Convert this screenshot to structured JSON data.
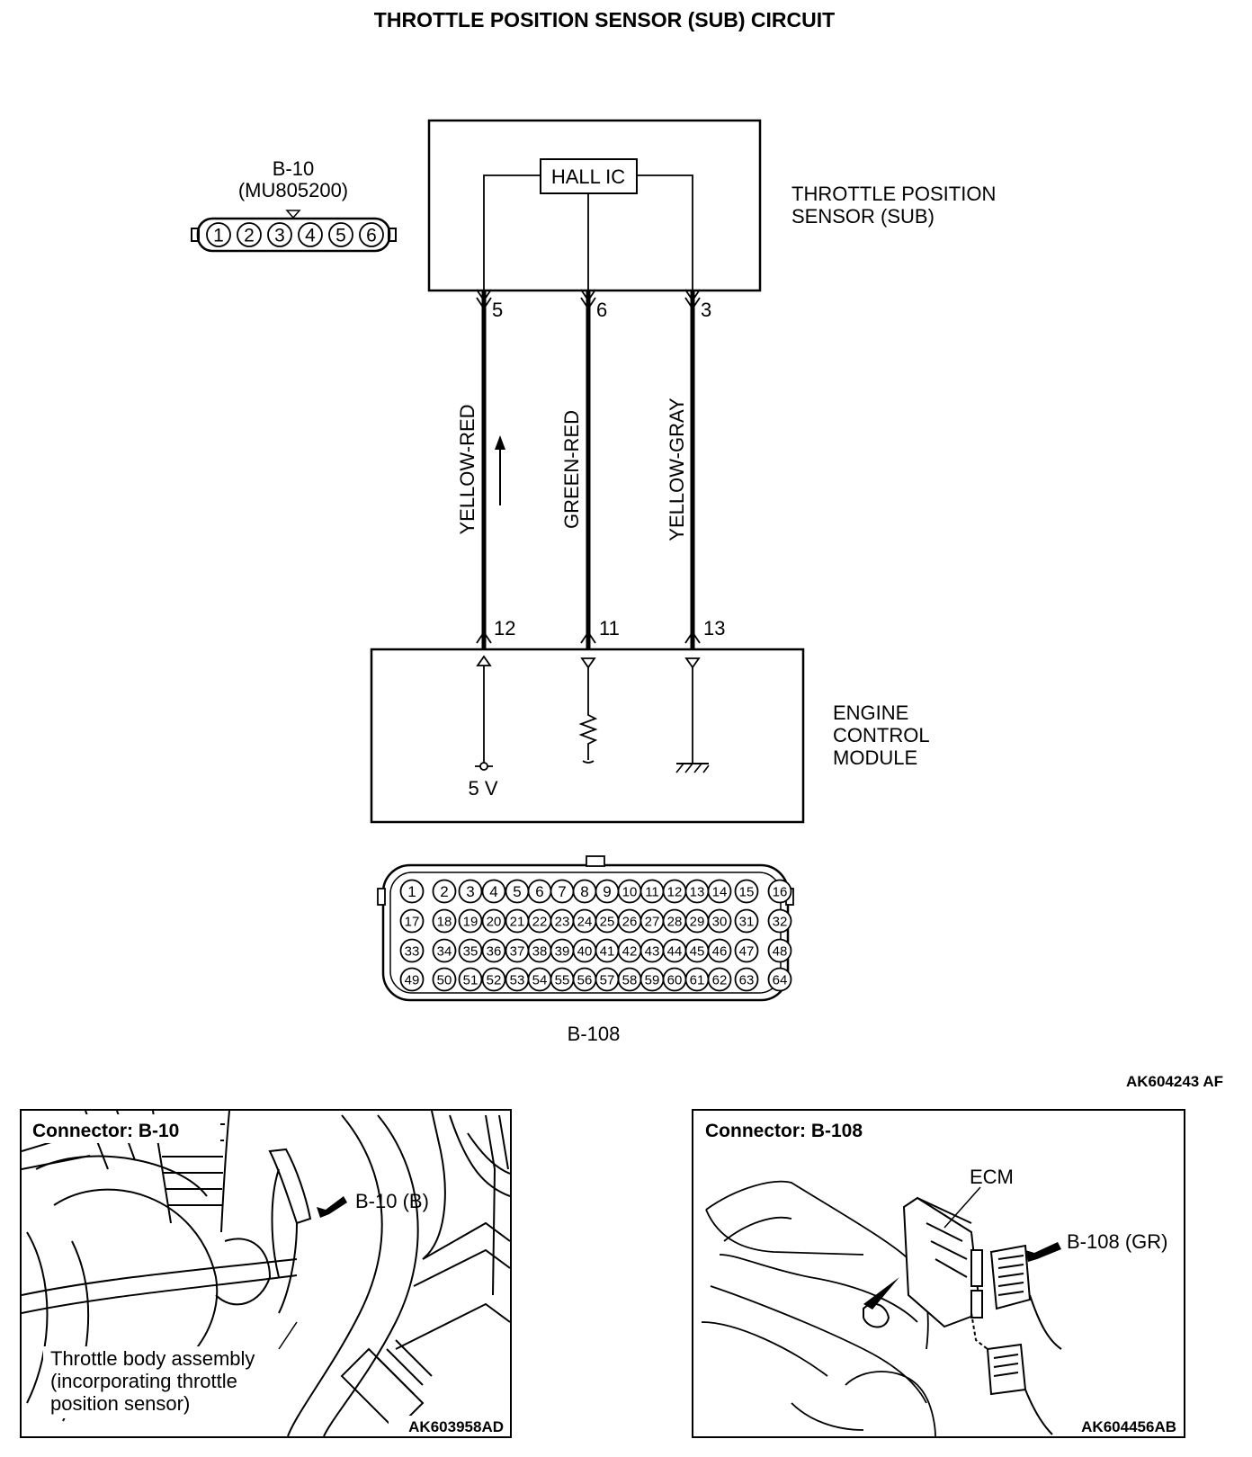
{
  "title": "THROTTLE POSITION SENSOR (SUB) CIRCUIT",
  "connector_b10": {
    "id": "B-10",
    "part_number": "(MU805200)",
    "pins": [
      "1",
      "2",
      "3",
      "4",
      "5",
      "6"
    ]
  },
  "sensor": {
    "label_line1": "THROTTLE POSITION",
    "label_line2": "SENSOR (SUB)",
    "hall_ic": "HALL IC"
  },
  "wires": [
    {
      "color_name": "YELLOW-RED",
      "sensor_pin": "5",
      "ecm_pin": "12"
    },
    {
      "color_name": "GREEN-RED",
      "sensor_pin": "6",
      "ecm_pin": "11"
    },
    {
      "color_name": "YELLOW-GRAY",
      "sensor_pin": "3",
      "ecm_pin": "13"
    }
  ],
  "ecm": {
    "label_line1": "ENGINE",
    "label_line2": "CONTROL",
    "label_line3": "MODULE",
    "supply": "5 V"
  },
  "connector_b108": {
    "id": "B-108",
    "rows": [
      [
        "1",
        "2",
        "3",
        "4",
        "5",
        "6",
        "7",
        "8",
        "9",
        "10",
        "11",
        "12",
        "13",
        "14",
        "15",
        "16"
      ],
      [
        "17",
        "18",
        "19",
        "20",
        "21",
        "22",
        "23",
        "24",
        "25",
        "26",
        "27",
        "28",
        "29",
        "30",
        "31",
        "32"
      ],
      [
        "33",
        "34",
        "35",
        "36",
        "37",
        "38",
        "39",
        "40",
        "41",
        "42",
        "43",
        "44",
        "45",
        "46",
        "47",
        "48"
      ],
      [
        "49",
        "50",
        "51",
        "52",
        "53",
        "54",
        "55",
        "56",
        "57",
        "58",
        "59",
        "60",
        "61",
        "62",
        "63",
        "64"
      ]
    ]
  },
  "figure_code": "AK604243 AF",
  "photo_left": {
    "title": "Connector: B-10",
    "callout": "B-10 (B)",
    "note_line1": "Throttle body assembly",
    "note_line2": "(incorporating throttle",
    "note_line3": "position sensor)",
    "code": "AK603958AD"
  },
  "photo_right": {
    "title": "Connector: B-108",
    "ecm_label": "ECM",
    "callout": "B-108 (GR)",
    "code": "AK604456AB"
  }
}
